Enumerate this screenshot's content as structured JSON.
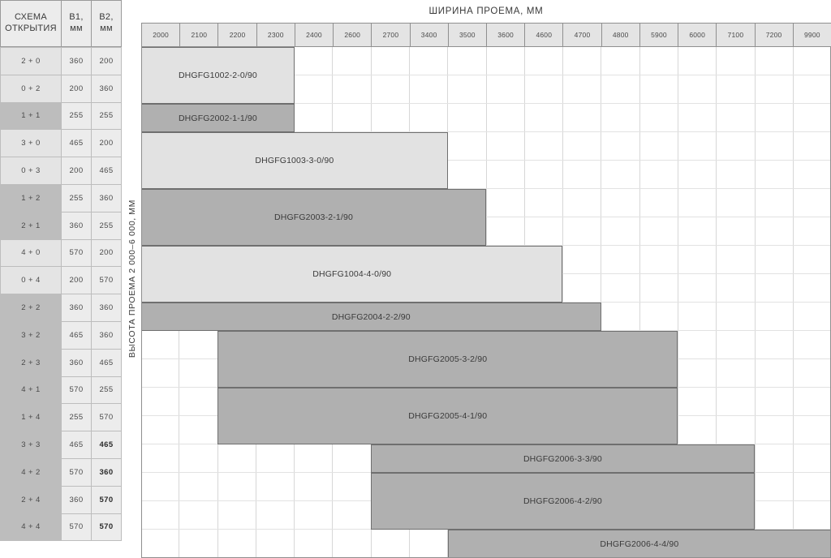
{
  "left_table": {
    "headers": {
      "scheme": "СХЕМА\nОТКРЫТИЯ",
      "b1": "B1,\nмм",
      "b2": "B2,\nмм"
    },
    "rows": [
      {
        "scheme": "2 + 0",
        "b1": "360",
        "b2": "200",
        "dark": false,
        "bold_b2": false
      },
      {
        "scheme": "0 + 2",
        "b1": "200",
        "b2": "360",
        "dark": false,
        "bold_b2": false
      },
      {
        "scheme": "1 + 1",
        "b1": "255",
        "b2": "255",
        "dark": true,
        "bold_b2": false
      },
      {
        "scheme": "3 + 0",
        "b1": "465",
        "b2": "200",
        "dark": false,
        "bold_b2": false
      },
      {
        "scheme": "0 + 3",
        "b1": "200",
        "b2": "465",
        "dark": false,
        "bold_b2": false
      },
      {
        "scheme": "1 + 2",
        "b1": "255",
        "b2": "360",
        "dark": true,
        "bold_b2": false
      },
      {
        "scheme": "2 + 1",
        "b1": "360",
        "b2": "255",
        "dark": true,
        "bold_b2": false
      },
      {
        "scheme": "4 + 0",
        "b1": "570",
        "b2": "200",
        "dark": false,
        "bold_b2": false
      },
      {
        "scheme": "0 + 4",
        "b1": "200",
        "b2": "570",
        "dark": false,
        "bold_b2": false
      },
      {
        "scheme": "2 + 2",
        "b1": "360",
        "b2": "360",
        "dark": true,
        "bold_b2": false
      },
      {
        "scheme": "3 + 2",
        "b1": "465",
        "b2": "360",
        "dark": true,
        "bold_b2": false
      },
      {
        "scheme": "2 + 3",
        "b1": "360",
        "b2": "465",
        "dark": true,
        "bold_b2": false
      },
      {
        "scheme": "4 + 1",
        "b1": "570",
        "b2": "255",
        "dark": true,
        "bold_b2": false
      },
      {
        "scheme": "1 + 4",
        "b1": "255",
        "b2": "570",
        "dark": true,
        "bold_b2": false
      },
      {
        "scheme": "3 + 3",
        "b1": "465",
        "b2": "465",
        "dark": true,
        "bold_b2": true
      },
      {
        "scheme": "4 + 2",
        "b1": "570",
        "b2": "360",
        "dark": true,
        "bold_b2": true
      },
      {
        "scheme": "2 + 4",
        "b1": "360",
        "b2": "570",
        "dark": true,
        "bold_b2": true
      },
      {
        "scheme": "4 + 4",
        "b1": "570",
        "b2": "570",
        "dark": true,
        "bold_b2": true
      }
    ]
  },
  "vertical_axis": {
    "label": "ВЫСОТА ПРОЕМА 2 000–6 000, ММ"
  },
  "chart_data": {
    "type": "bar",
    "title": "ШИРИНА ПРОЕМА, ММ",
    "xlabel": "ШИРИНА ПРОЕМА, ММ",
    "ylabel": "ВЫСОТА ПРОЕМА 2 000–6 000, ММ",
    "grid": true,
    "legend": "none",
    "orientation": "horizontal",
    "categories": [
      "2000",
      "2100",
      "2200",
      "2300",
      "2400",
      "2600",
      "2700",
      "3400",
      "3500",
      "3600",
      "4600",
      "4700",
      "4800",
      "5900",
      "6000",
      "7100",
      "7200",
      "9900"
    ],
    "row_labels": [
      "2 + 0",
      "0 + 2",
      "1 + 1",
      "3 + 0",
      "0 + 3",
      "1 + 2",
      "2 + 1",
      "4 + 0",
      "0 + 4",
      "2 + 2",
      "3 + 2",
      "2 + 3",
      "4 + 1",
      "1 + 4",
      "3 + 3",
      "4 + 2",
      "2 + 4",
      "4 + 4"
    ],
    "bars": [
      {
        "label": "DHGFG1002-2-0/90",
        "tone": "light",
        "row_start": 0,
        "row_span": 2,
        "col_start": 0,
        "col_end": 4
      },
      {
        "label": "DHGFG2002-1-1/90",
        "tone": "dark",
        "row_start": 2,
        "row_span": 1,
        "col_start": 0,
        "col_end": 4
      },
      {
        "label": "DHGFG1003-3-0/90",
        "tone": "light",
        "row_start": 3,
        "row_span": 2,
        "col_start": 0,
        "col_end": 8
      },
      {
        "label": "DHGFG2003-2-1/90",
        "tone": "dark",
        "row_start": 5,
        "row_span": 2,
        "col_start": 0,
        "col_end": 9
      },
      {
        "label": "DHGFG1004-4-0/90",
        "tone": "light",
        "row_start": 7,
        "row_span": 2,
        "col_start": 0,
        "col_end": 11
      },
      {
        "label": "DHGFG2004-2-2/90",
        "tone": "dark",
        "row_start": 9,
        "row_span": 1,
        "col_start": 0,
        "col_end": 12
      },
      {
        "label": "DHGFG2005-3-2/90",
        "tone": "dark",
        "row_start": 10,
        "row_span": 2,
        "col_start": 2,
        "col_end": 14
      },
      {
        "label": "DHGFG2005-4-1/90",
        "tone": "dark",
        "row_start": 12,
        "row_span": 2,
        "col_start": 2,
        "col_end": 14
      },
      {
        "label": "DHGFG2006-3-3/90",
        "tone": "dark",
        "row_start": 14,
        "row_span": 1,
        "col_start": 6,
        "col_end": 16
      },
      {
        "label": "DHGFG2006-4-2/90",
        "tone": "dark",
        "row_start": 15,
        "row_span": 2,
        "col_start": 6,
        "col_end": 16
      },
      {
        "label": "DHGFG2006-4-4/90",
        "tone": "dark",
        "row_start": 17,
        "row_span": 1,
        "col_start": 8,
        "col_end": 18
      }
    ]
  },
  "colors": {
    "bar_light": "#e2e2e2",
    "bar_dark": "#b0b0b0",
    "row_dark": "#bdbdbd",
    "row_light": "#e4e4e4",
    "header_bg": "#ececec",
    "border": "#8f8f8f"
  }
}
